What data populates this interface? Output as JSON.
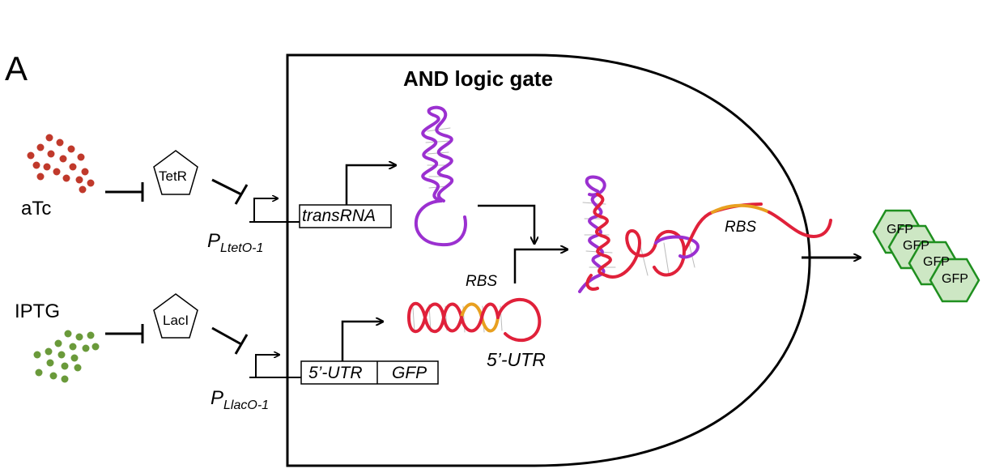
{
  "panel_letter": "A",
  "gate_title": "AND logic gate",
  "inputs": {
    "atc": {
      "label": "aTc",
      "repressor": "TetR",
      "promoter_main": "P",
      "promoter_sub": "LtetO-1",
      "color": "#c0392b"
    },
    "iptg": {
      "label": "IPTG",
      "repressor": "LacI",
      "promoter_main": "P",
      "promoter_sub": "LlacO-1",
      "color": "#6a9a3a"
    }
  },
  "genes": {
    "transrna": "transRNA",
    "utr": "5’-UTR",
    "gfp": "GFP"
  },
  "rna_labels": {
    "rbs_upper": "RBS",
    "rbs_complex": "RBS",
    "utr_lower": "5’-UTR"
  },
  "output": {
    "protein_label": "GFP",
    "hexagon_fill": "#cde7c4",
    "hexagon_stroke": "#1f8f1f"
  },
  "colors": {
    "purple": "#9b30d0",
    "red": "#e0213a",
    "orange": "#e8a020"
  }
}
